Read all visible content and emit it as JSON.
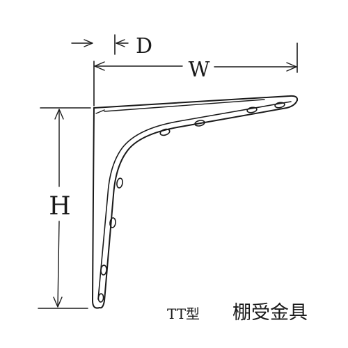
{
  "dimensions": {
    "depth_label": "D",
    "width_label": "W",
    "height_label": "H"
  },
  "caption": {
    "model": "TT型",
    "title": "棚受金具"
  },
  "colors": {
    "ink": "#1a1a1a",
    "background": "#ffffff"
  }
}
